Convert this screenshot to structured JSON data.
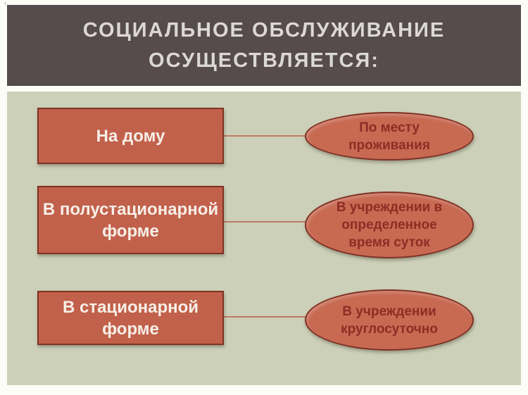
{
  "slide": {
    "title": "СОЦИАЛЬНОЕ ОБСЛУЖИВАНИЕ\nОСУЩЕСТВЛЯЕТСЯ:",
    "corner_mark": "+"
  },
  "diagram": {
    "rows": [
      {
        "box": "На дому",
        "ellipse": "По месту\nпроживания"
      },
      {
        "box": "В полустационарной\nформе",
        "ellipse": "В учреждении в\nопределенное\nвремя суток"
      },
      {
        "box": "В стационарной\nформе",
        "ellipse": "В учреждении\nкруглосуточно"
      }
    ]
  },
  "colors": {
    "header_background": "#564b4d",
    "title_text": "#dcd8d5",
    "body_background": "#cdd0b8",
    "shape_fill_box": "#c2614b",
    "shape_fill_ellipse": "#c86952",
    "shape_border": "#7e3224",
    "box_text": "#f6efe8",
    "ellipse_text": "#8e2d26",
    "connector_line": "#bd7b64",
    "page_background": "#fdfdf8"
  }
}
